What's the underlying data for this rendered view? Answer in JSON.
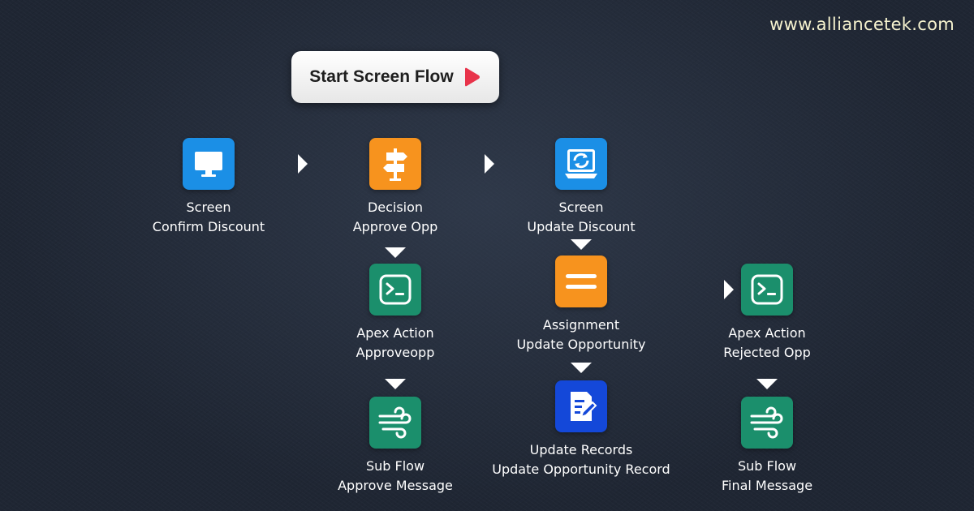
{
  "website": "www.alliancetek.com",
  "start_button": {
    "label": "Start Screen Flow",
    "icon": "play-icon"
  },
  "colors": {
    "screen": "#1b8fe6",
    "decision": "#f7931e",
    "apex_action": "#1b8f6c",
    "assignment": "#f7931e",
    "update_records": "#1448d9",
    "sub_flow": "#1b8f6c",
    "play_icon": "#e8334a"
  },
  "nodes": [
    {
      "id": "screen-confirm",
      "type": "Screen",
      "name": "Confirm Discount",
      "icon": "monitor-icon"
    },
    {
      "id": "decision-approve",
      "type": "Decision",
      "name": "Approve Opp",
      "icon": "signpost-icon"
    },
    {
      "id": "screen-update",
      "type": "Screen",
      "name": "Update Discount",
      "icon": "refresh-screen-icon"
    },
    {
      "id": "apex-approve",
      "type": "Apex Action",
      "name": "Approveopp",
      "icon": "terminal-icon"
    },
    {
      "id": "assignment-update",
      "type": "Assignment",
      "name": "Update Opportunity",
      "icon": "equals-icon"
    },
    {
      "id": "apex-rejected",
      "type": "Apex Action",
      "name": "Rejected Opp",
      "icon": "terminal-icon"
    },
    {
      "id": "subflow-approve",
      "type": "Sub Flow",
      "name": "Approve Message",
      "icon": "wind-icon"
    },
    {
      "id": "update-records",
      "type": "Update Records",
      "name": "Update Opportunity Record",
      "icon": "edit-record-icon"
    },
    {
      "id": "subflow-final",
      "type": "Sub Flow",
      "name": "Final Message",
      "icon": "wind-icon"
    }
  ]
}
